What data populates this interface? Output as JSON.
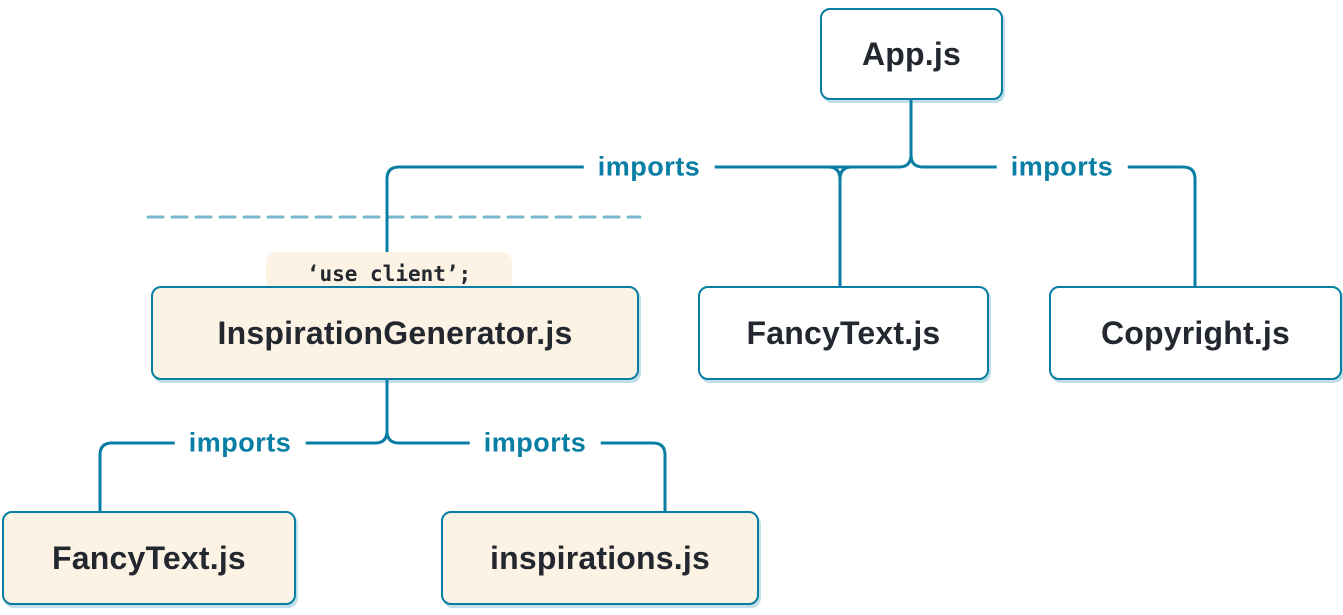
{
  "diagram": {
    "type": "module-dependency-tree",
    "colors": {
      "line": "#087EA4",
      "node_border": "#087EA4",
      "node_text": "#23272F",
      "edge_label_text": "#087EA4",
      "client_fill": "#FDF3E4",
      "server_fill": "#FFFFFF",
      "background": "#FFFFFF"
    },
    "nodes": [
      {
        "id": "app",
        "label": "App.js",
        "kind": "server"
      },
      {
        "id": "inspiration-generator",
        "label": "InspirationGenerator.js",
        "kind": "client",
        "directive": "‘use client’;"
      },
      {
        "id": "fancy-text-top",
        "label": "FancyText.js",
        "kind": "server"
      },
      {
        "id": "copyright",
        "label": "Copyright.js",
        "kind": "server"
      },
      {
        "id": "fancy-text-bottom",
        "label": "FancyText.js",
        "kind": "client"
      },
      {
        "id": "inspirations",
        "label": "inspirations.js",
        "kind": "client"
      }
    ],
    "edges": [
      {
        "from": "App.js",
        "to": "InspirationGenerator.js",
        "label": "imports"
      },
      {
        "from": "App.js",
        "to": "FancyText.js",
        "label": ""
      },
      {
        "from": "App.js",
        "to": "Copyright.js",
        "label": "imports"
      },
      {
        "from": "InspirationGenerator.js",
        "to": "FancyText.js",
        "label": "imports"
      },
      {
        "from": "InspirationGenerator.js",
        "to": "inspirations.js",
        "label": "imports"
      }
    ],
    "boundary": {
      "style": "dashed"
    }
  }
}
